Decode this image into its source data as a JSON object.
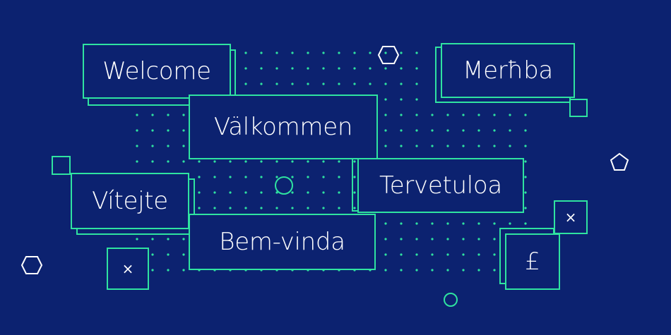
{
  "colors": {
    "background": "#0c2270",
    "accent": "#2fe3a0",
    "text": "#ffffff"
  },
  "greetings": {
    "welcome": "Welcome",
    "valkommen": "Välkommen",
    "merhba": "Merħba",
    "vitejte": "Vítejte",
    "tervetuloa": "Tervetuloa",
    "bem_vinda": "Bem-vinda"
  },
  "symbols": {
    "pound": "£",
    "close_left": "×",
    "close_right": "×"
  },
  "icons": [
    "hexagon-icon",
    "pentagon-icon",
    "circle-icon",
    "close-icon",
    "square-icon"
  ]
}
